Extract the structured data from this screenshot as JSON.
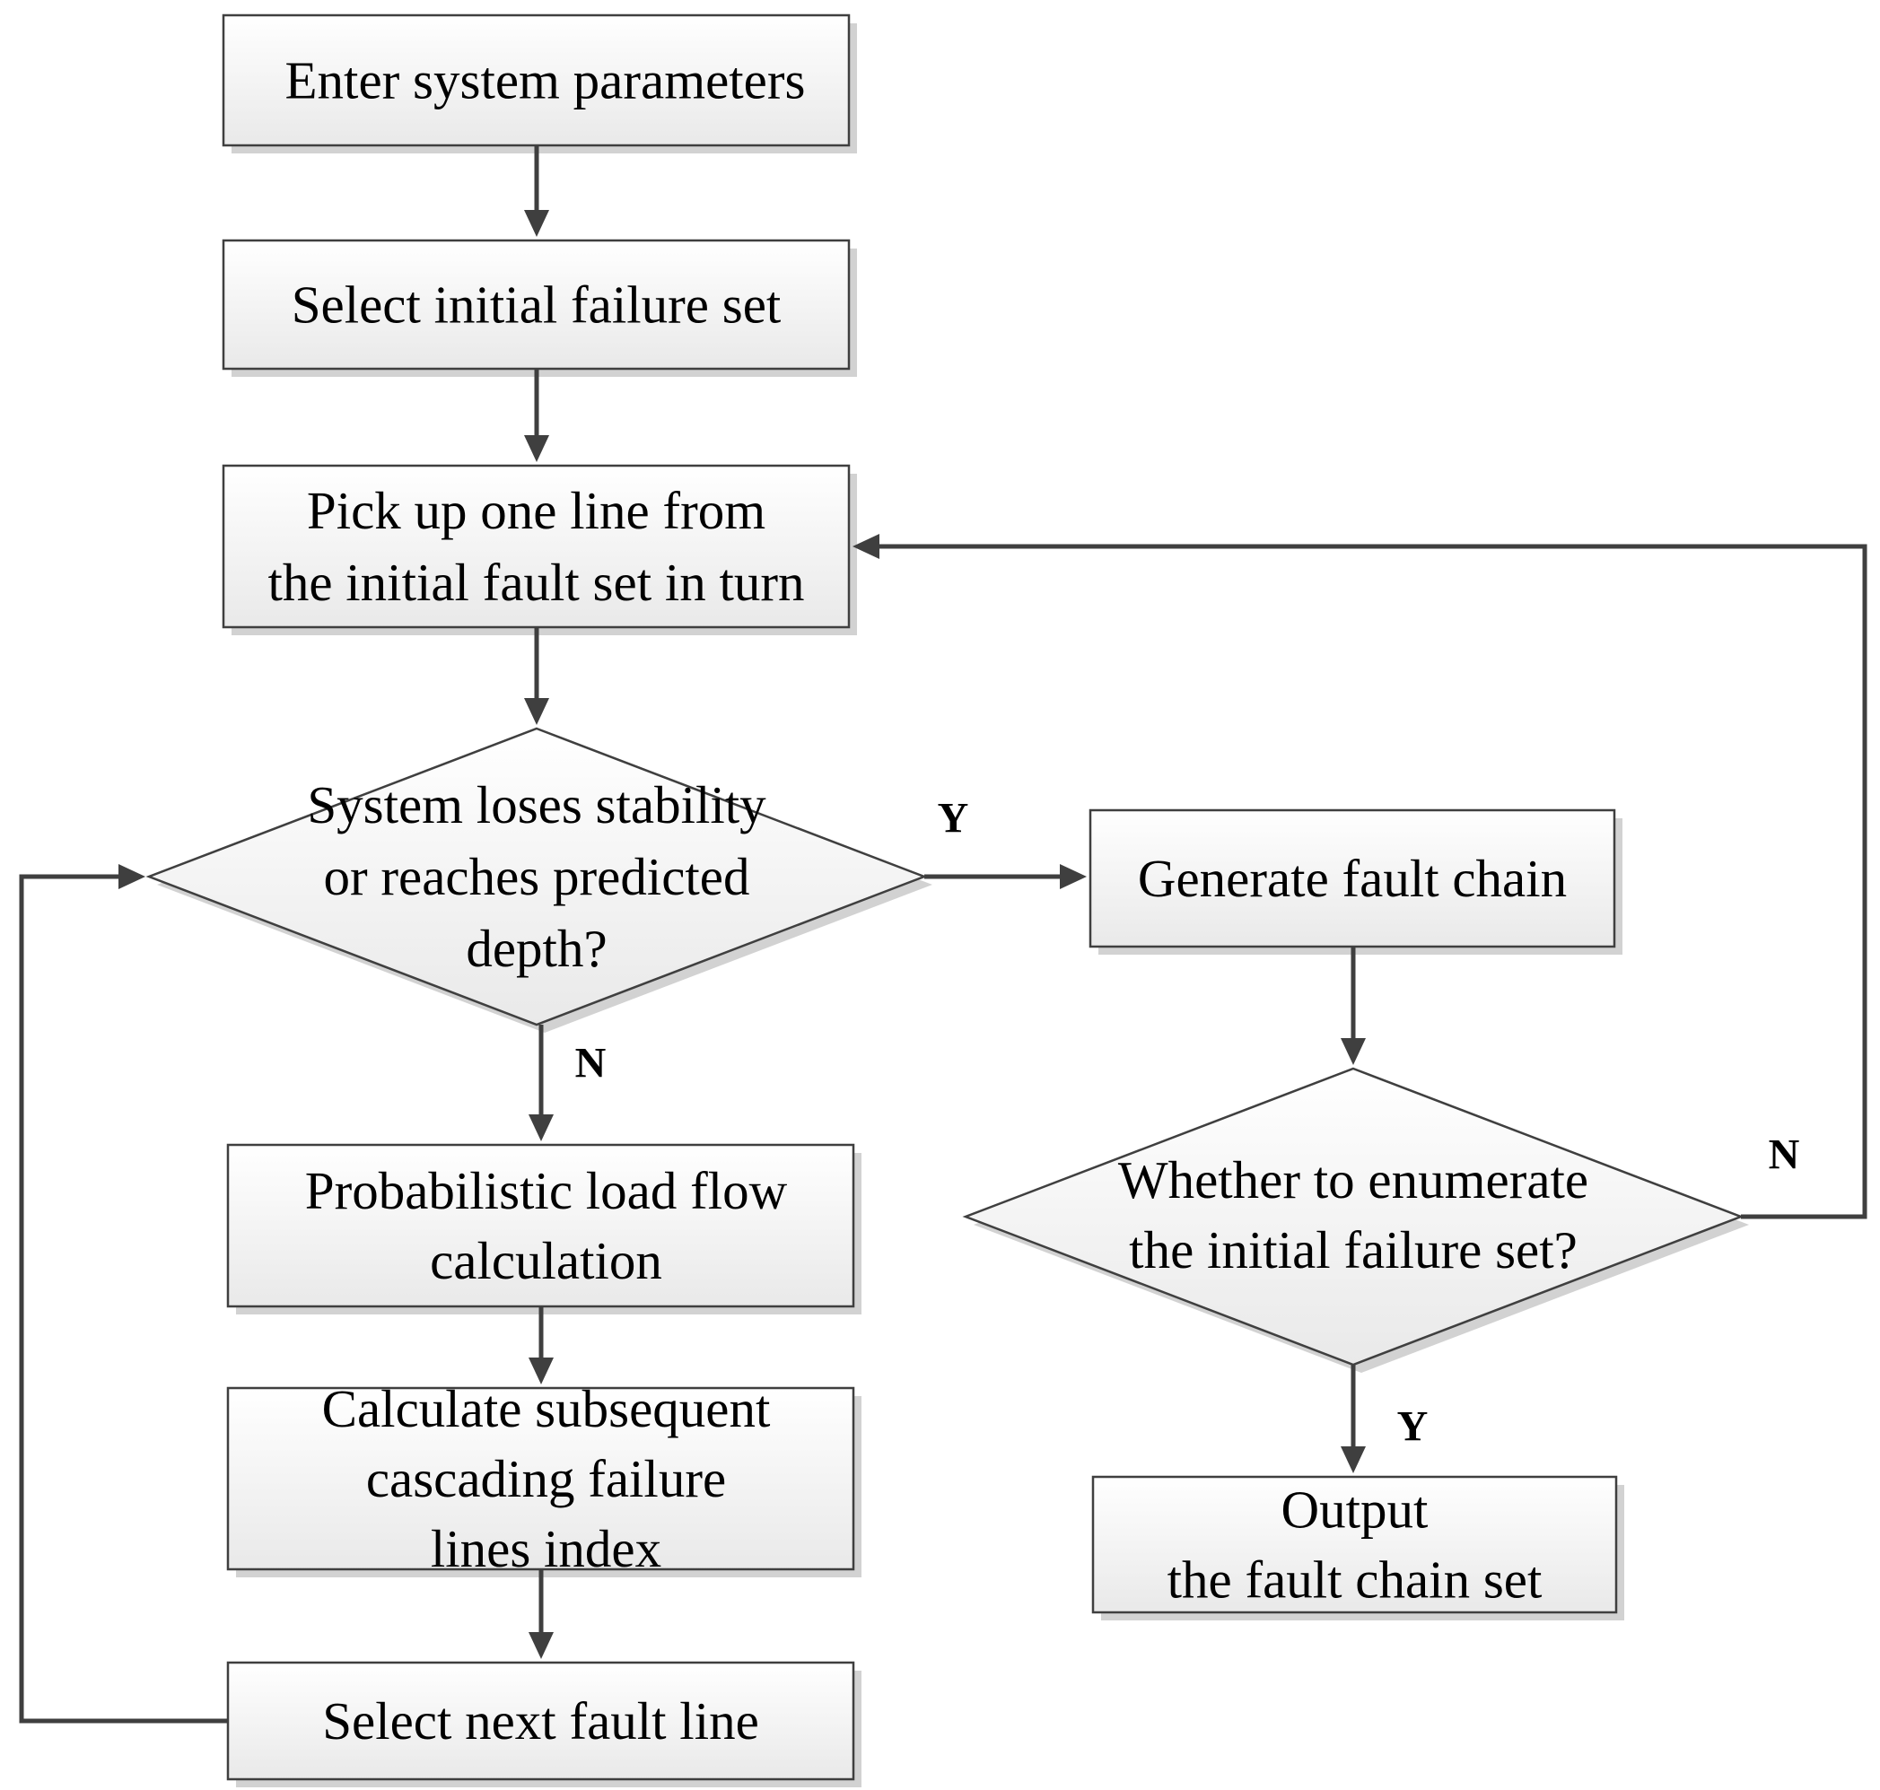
{
  "nodes": [
    {
      "id": "enter-params",
      "shape": "rect",
      "lines": [
        "Enter system parameters"
      ]
    },
    {
      "id": "select-initial",
      "shape": "rect",
      "lines": [
        "Select initial failure set"
      ]
    },
    {
      "id": "pick-line",
      "shape": "rect",
      "lines": [
        "Pick up one line from",
        "the initial fault set in turn"
      ]
    },
    {
      "id": "stability-check",
      "shape": "diamond",
      "lines": [
        "System loses stability",
        "or reaches predicted",
        "depth?"
      ]
    },
    {
      "id": "generate-chain",
      "shape": "rect",
      "lines": [
        "Generate  fault chain"
      ]
    },
    {
      "id": "probabilistic-flow",
      "shape": "rect",
      "lines": [
        "Probabilistic load flow",
        "calculation"
      ]
    },
    {
      "id": "enumerate-check",
      "shape": "diamond",
      "lines": [
        "Whether to enumerate",
        "the initial failure set?"
      ]
    },
    {
      "id": "calc-subsequent",
      "shape": "rect",
      "lines": [
        "Calculate subsequent",
        "cascading failure",
        "lines index"
      ]
    },
    {
      "id": "output-set",
      "shape": "rect",
      "lines": [
        "Output",
        " the fault chain set"
      ]
    },
    {
      "id": "select-next",
      "shape": "rect",
      "lines": [
        "Select next fault line"
      ]
    }
  ],
  "edges": [
    {
      "id": "e1",
      "from": "enter-params",
      "to": "select-initial",
      "label": ""
    },
    {
      "id": "e2",
      "from": "select-initial",
      "to": "pick-line",
      "label": ""
    },
    {
      "id": "e3",
      "from": "pick-line",
      "to": "stability-check",
      "label": ""
    },
    {
      "id": "e4",
      "from": "stability-check",
      "to": "generate-chain",
      "label": "Y"
    },
    {
      "id": "e5",
      "from": "stability-check",
      "to": "probabilistic-flow",
      "label": "N"
    },
    {
      "id": "e6",
      "from": "probabilistic-flow",
      "to": "calc-subsequent",
      "label": ""
    },
    {
      "id": "e7",
      "from": "calc-subsequent",
      "to": "select-next",
      "label": ""
    },
    {
      "id": "e8",
      "from": "select-next",
      "to": "stability-check",
      "label": ""
    },
    {
      "id": "e9",
      "from": "generate-chain",
      "to": "enumerate-check",
      "label": ""
    },
    {
      "id": "e10",
      "from": "enumerate-check",
      "to": "output-set",
      "label": "Y"
    },
    {
      "id": "e11",
      "from": "enumerate-check",
      "to": "pick-line",
      "label": "N"
    }
  ],
  "colors": {
    "box_fill_top": "#ffffff",
    "box_fill_bottom": "#e9e9e9",
    "stroke": "#3f3f3f",
    "shadow": "#d2d2d2",
    "text": "#000000"
  }
}
